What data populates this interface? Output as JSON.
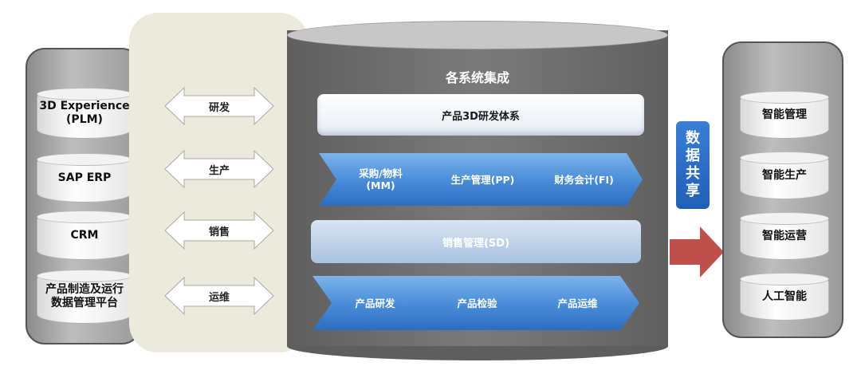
{
  "left_systems": [
    {
      "line1": "3D Experience",
      "line2": "(PLM)"
    },
    {
      "line1": "SAP  ERP",
      "line2": ""
    },
    {
      "line1": "CRM",
      "line2": ""
    },
    {
      "line1": "产品制造及运行",
      "line2": "数据管理平台"
    }
  ],
  "connectors": [
    "研发",
    "生产",
    "销售",
    "运维"
  ],
  "center": {
    "title": "各系统集成",
    "bar_top": "产品3D研发体系",
    "row1": [
      {
        "line1": "采购/物料",
        "line2": "(MM)"
      },
      {
        "line1": "生产管理(PP)",
        "line2": ""
      },
      {
        "line1": "财务会计(FI)",
        "line2": ""
      }
    ],
    "bar_middle": "销售管理(SD)",
    "row2": [
      "产品研发",
      "产品检验",
      "产品运维"
    ]
  },
  "share_label": [
    "数",
    "据",
    "共",
    "享"
  ],
  "right_apps": [
    "智能管理",
    "智能生产",
    "智能运营",
    "人工智能"
  ],
  "colors": {
    "chevron_blue": "#4a8fd9",
    "arrow_red": "#c0504d",
    "share_blue": "#2a6ec7",
    "beige": "#eceadb",
    "center_gray": "#6e6e6e"
  }
}
